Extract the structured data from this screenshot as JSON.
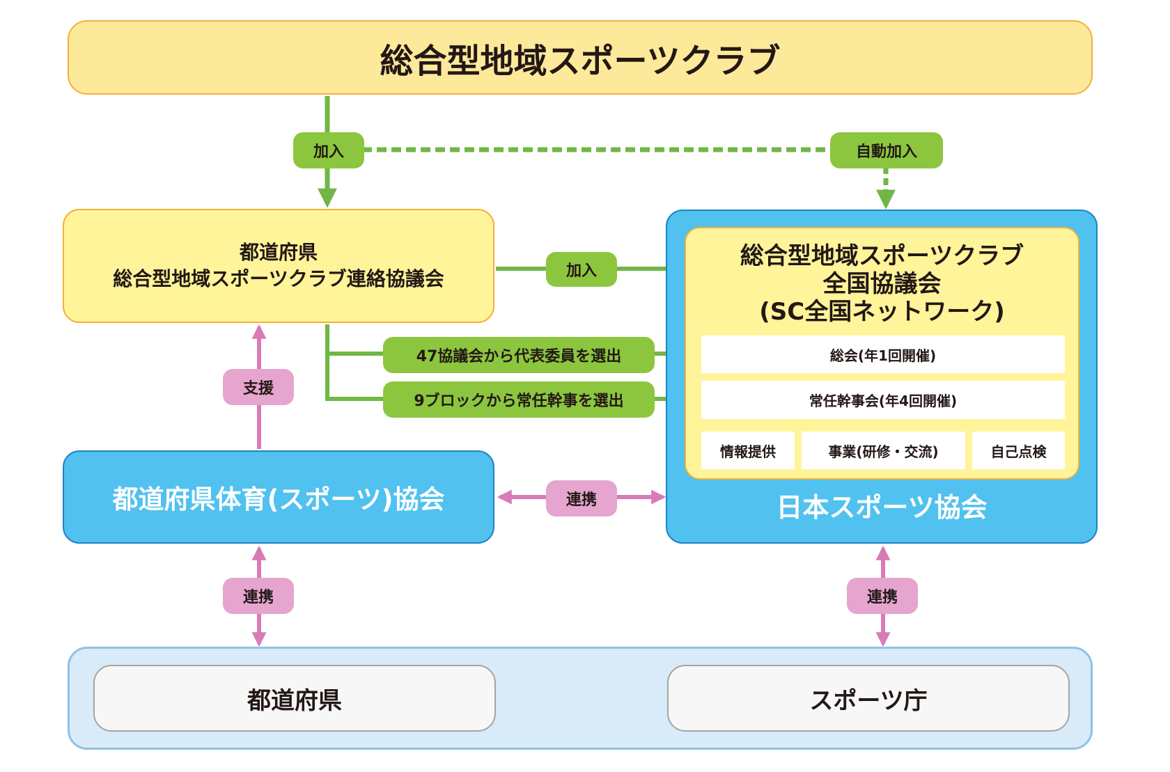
{
  "top_club": "総合型地域スポーツクラブ",
  "pref_council": {
    "line1": "都道府県",
    "line2": "総合型地域スポーツクラブ連絡協議会"
  },
  "network": {
    "line1": "総合型地域スポーツクラブ",
    "line2": "全国協議会",
    "line3": "(SC全国ネットワーク)",
    "general_meeting": "総会(年1回開催)",
    "executive_meeting": "常任幹事会(年4回開催)",
    "info": "情報提供",
    "projects": "事業(研修・交流)",
    "self_check": "自己点検"
  },
  "jsa": "日本スポーツ協会",
  "pref_assoc": "都道府県体育(スポーツ)協会",
  "bottom": {
    "prefecture": "都道府県",
    "sports_agency": "スポーツ庁"
  },
  "labels": {
    "join_left": "加入",
    "auto_join": "自動加入",
    "join_mid": "加入",
    "select47": "47協議会から代表委員を選出",
    "select9": "9ブロックから常任幹事を選出",
    "support": "支援",
    "coop_mid": "連携",
    "coop_left": "連携",
    "coop_right": "連携"
  },
  "colors": {
    "green": "#70b745",
    "pink": "#d97bb6",
    "yellow_fill": "#fff49a",
    "blue_fill": "#51c1ef"
  }
}
